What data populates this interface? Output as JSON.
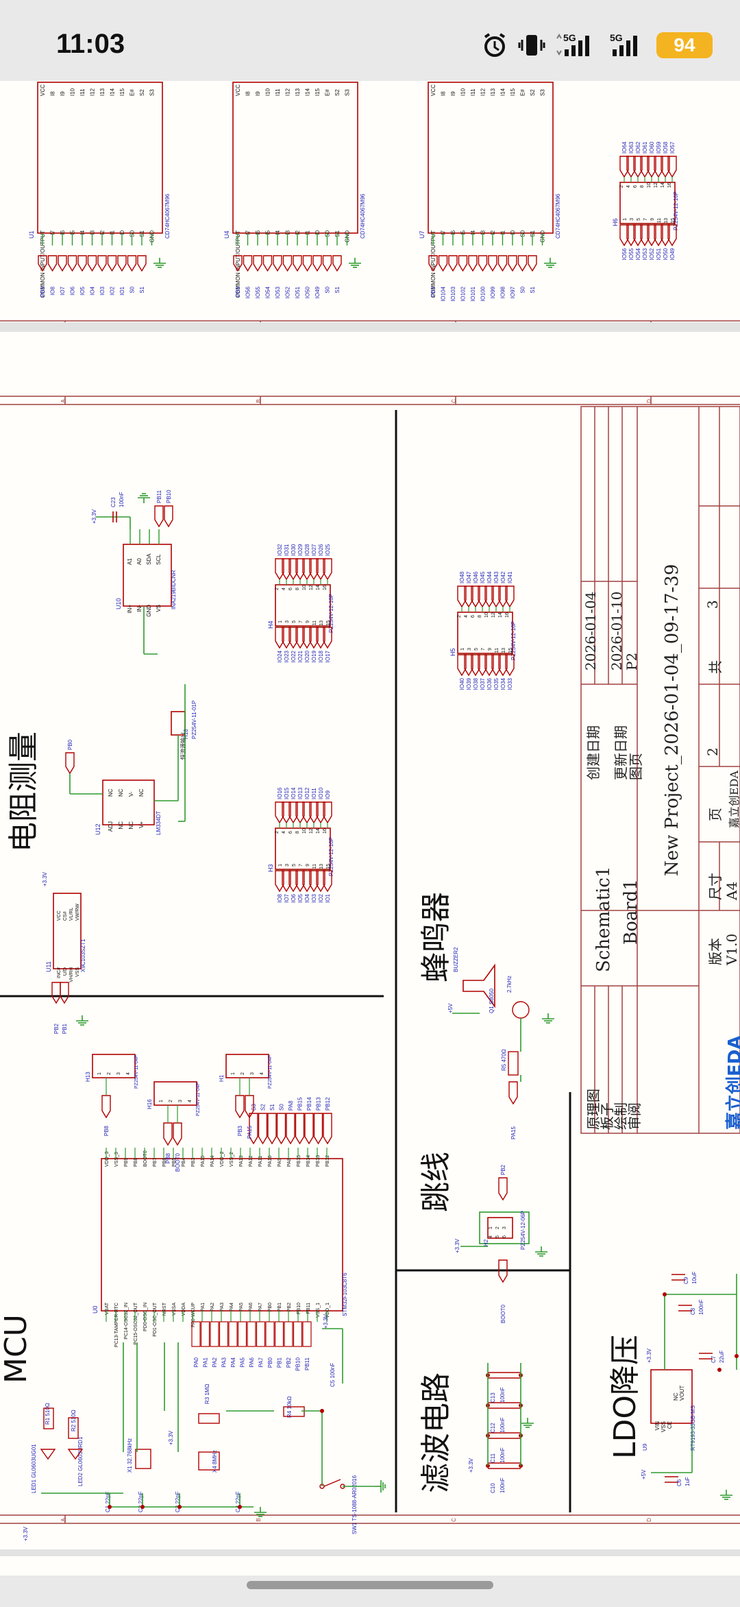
{
  "status_bar": {
    "time": "11:03",
    "signal_1": "5G",
    "signal_2": "5G",
    "battery": "94"
  },
  "schematic": {
    "sections": {
      "mcu": "MCU",
      "resistance": "电阻测量",
      "buzzer": "蜂鸣器",
      "jumper": "跳线",
      "filter": "滤波电路",
      "ldo": "LDO降压"
    },
    "zone_letters": [
      "A",
      "B",
      "C",
      "D"
    ],
    "mux_parts": [
      {
        "ref": "U1",
        "part": "CD74HC4067M96"
      },
      {
        "ref": "U4",
        "part": "CD74HC4067M96"
      },
      {
        "ref": "U7",
        "part": "CD74HC4067M96"
      }
    ],
    "mux_pins_top": [
      "VCC",
      "I8",
      "I9",
      "I10",
      "I11",
      "I12",
      "I13",
      "I14",
      "I15",
      "E#",
      "S2",
      "S3"
    ],
    "mux_pins_bottom": [
      "COMMON INPUT/OUTPUT",
      "I7",
      "I6",
      "I5",
      "I4",
      "I3",
      "I2",
      "I1",
      "I0",
      "S0",
      "S1",
      "GND"
    ],
    "mux_nets": [
      [
        "PB3",
        "IO8",
        "IO7",
        "IO6",
        "IO5",
        "IO4",
        "IO3",
        "IO2",
        "IO1",
        "S0",
        "S1"
      ],
      [
        "PB3",
        "IO56",
        "IO55",
        "IO54",
        "IO53",
        "IO52",
        "IO51",
        "IO50",
        "IO49",
        "S0",
        "S1"
      ],
      [
        "PB3",
        "IO104",
        "IO103",
        "IO102",
        "IO101",
        "IO100",
        "IO99",
        "IO98",
        "IO97",
        "S0",
        "S1"
      ]
    ],
    "header_h6": {
      "ref": "H6",
      "part": "PZ254V-12-16P",
      "nets_top": [
        "IO64",
        "IO63",
        "IO62",
        "IO61",
        "IO60",
        "IO59",
        "IO58",
        "IO57"
      ],
      "nets_bottom": [
        "IO56",
        "IO55",
        "IO54",
        "IO53",
        "IO52",
        "IO51",
        "IO50",
        "IO49"
      ]
    },
    "header_h4": {
      "ref": "H4",
      "part": "PZ254V-12-16P",
      "nets_top": [
        "IO32",
        "IO31",
        "IO30",
        "IO29",
        "IO28",
        "IO27",
        "IO26",
        "IO25"
      ],
      "nets_bottom": [
        "IO24",
        "IO23",
        "IO22",
        "IO21",
        "IO20",
        "IO19",
        "IO18",
        "IO17"
      ]
    },
    "header_h5": {
      "ref": "H5",
      "part": "PZ254V-12-16P",
      "nets_top": [
        "IO48",
        "IO47",
        "IO46",
        "IO45",
        "IO44",
        "IO43",
        "IO42",
        "IO41"
      ],
      "nets_bottom": [
        "IO40",
        "IO39",
        "IO38",
        "IO37",
        "IO36",
        "IO35",
        "IO34",
        "IO33"
      ]
    },
    "header_h3": {
      "ref": "H3",
      "part": "PZ254V-12-16P",
      "nets_top": [
        "IO16",
        "IO15",
        "IO14",
        "IO13",
        "IO12",
        "IO11",
        "IO10",
        "IO9"
      ],
      "nets_bottom": [
        "IO8",
        "IO7",
        "IO6",
        "IO5",
        "IO4",
        "IO3",
        "IO2",
        "IO1"
      ]
    },
    "ina": {
      "ref": "U10",
      "part": "INA219BIDCNR",
      "pins": [
        "A1",
        "A0",
        "SDA",
        "SCL",
        "IN+",
        "IN-",
        "GND",
        "VS"
      ],
      "nets": [
        "PB11",
        "PB10"
      ],
      "cap": "C23",
      "cap_val": "100nF",
      "supply": "+3.3V"
    },
    "lm": {
      "ref": "U12",
      "part": "LM334DT",
      "pins": [
        "NC",
        "NC",
        "V-",
        "NC",
        "ADJ",
        "NC",
        "NC",
        "V+"
      ],
      "net": "PB0",
      "note": "恒流源输出",
      "conn": "H18",
      "conn_part": "PZ254V-11-01P"
    },
    "x9c": {
      "ref": "U11",
      "part": "X9C103SZT1",
      "pins": [
        "VCC",
        "CS#",
        "VL/RL",
        "VW/RW",
        "INC#",
        "U/D",
        "VH/RH",
        "VSS"
      ],
      "nets": [
        "PB2",
        "PB1"
      ]
    },
    "mcu_ic": {
      "ref": "U0",
      "part": "STM32F103C8T6",
      "left_pins": [
        "VBAT",
        "PC13-TAMPER-RTC",
        "PC14-OSC32_IN",
        "PC15-OSC32_OUT",
        "PD0-OSC_IN",
        "PD1-OSC_OUT",
        "NRST",
        "VSSA",
        "VDDA",
        "PA0-WKUP",
        "PA1",
        "PA2",
        "PA3",
        "PA4",
        "PA5",
        "PA6",
        "PA7",
        "PB0",
        "PB1",
        "PB2",
        "PB10",
        "PB11",
        "VSS_1",
        "VDD_1"
      ],
      "right_pins": [
        "VDD_3",
        "VSS_3",
        "PB9",
        "PB8",
        "BOOT0",
        "PB7",
        "PB6",
        "PB5",
        "PB4",
        "PB3",
        "PA15",
        "PA14",
        "VDD_2",
        "VSS_2",
        "PA13",
        "PA12",
        "PA11",
        "PA10",
        "PA9",
        "PA8",
        "PB15",
        "PB14",
        "PB13",
        "PB12"
      ],
      "left_nets": [
        "PA0",
        "PA1",
        "PA2",
        "PA3",
        "PA4",
        "PA5",
        "PA6",
        "PA7",
        "PB0",
        "PB1",
        "PB2",
        "PB10",
        "PB11"
      ],
      "right_nets": [
        "S3",
        "S2",
        "S1",
        "S0",
        "PA8",
        "PB15",
        "PB14",
        "PB13",
        "PB12"
      ]
    },
    "headers_small": [
      {
        "ref": "H13",
        "part": "PZ254V-11-04P",
        "net": "PB8"
      },
      {
        "ref": "H16",
        "part": "PZ254V-11-04P",
        "nets": [
          "PB8",
          "BOOT0"
        ]
      },
      {
        "ref": "H1",
        "part": "PZ254V-11-04P",
        "nets": [
          "PB3",
          "PA15"
        ]
      }
    ],
    "passives": {
      "r1": "R1 510Ω",
      "r2": "R2 510Ω",
      "led1": "LED1 GL0603UG01",
      "led2": "LED2 GL0603URD1",
      "x1": "X1 32.768kHz",
      "x4": "X4 8MHz",
      "r3": "R3 1MΩ",
      "r4": "R4 10kΩ",
      "c5": "C5 100nF",
      "c1": "C1 22pF",
      "c2": "C2 22pF",
      "c3": "C3 22pF",
      "c4": "C4 22pF",
      "sw": "SW1 TS-1088-AR02016"
    },
    "buzzer_blk": {
      "ref": "BUZZER2",
      "freq": "2.7kHz",
      "q": "Q1 S8050",
      "r": "R5 470Ω",
      "net": "PA15",
      "supply": "+5V"
    },
    "jumper_blk": {
      "ref": "H2",
      "part": "PZ254V-12-06P",
      "nets": [
        "PB2",
        "BOOT0"
      ],
      "supply": "+3.3V"
    },
    "filter_caps": [
      {
        "ref": "C10",
        "val": "100nF"
      },
      {
        "ref": "C11",
        "val": "100nF"
      },
      {
        "ref": "C12",
        "val": "100nF"
      },
      {
        "ref": "C13",
        "val": "100nF"
      }
    ],
    "ldo_blk": {
      "ref": "U9",
      "part": "RT9193-33GB-MS",
      "pins": [
        "VIN",
        "VSS",
        "CE",
        "NC",
        "VOUT"
      ],
      "caps": [
        {
          "ref": "C6",
          "val": "1uF"
        },
        {
          "ref": "C7",
          "val": "22uF"
        },
        {
          "ref": "C8",
          "val": "100nF"
        },
        {
          "ref": "C9",
          "val": "10uF"
        }
      ],
      "vin": "+5V",
      "vout": "+3.3V"
    },
    "title_block": {
      "label_schematic": "原理图",
      "value_schematic": "Schematic1",
      "label_board": "板子",
      "value_board": "Board1",
      "label_drawn": "绘制",
      "label_review": "审阅",
      "project": "New Project_2026-01-04_09-17-39",
      "label_created": "创建日期",
      "value_created": "2026-01-04",
      "label_updated": "更新日期",
      "value_updated": "2026-01-10",
      "label_page": "图页",
      "value_page": "P2",
      "label_version": "版本",
      "value_version": "V1.0",
      "label_size": "尺寸",
      "value_size": "A4",
      "label_pg": "页",
      "value_pg": "2",
      "label_total": "共",
      "value_total": "3",
      "brand": "嘉立创EDA",
      "brand_sub": "嘉立创EDA"
    }
  },
  "colors": {
    "wire": "#2e9a2e",
    "part": "#b00000",
    "net": "#1f1fb8",
    "paper": "#fffefa",
    "frame": "#a04040"
  }
}
